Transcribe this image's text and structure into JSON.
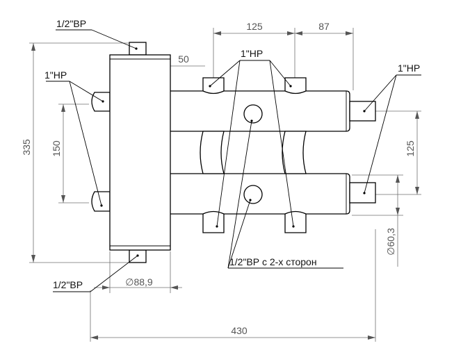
{
  "labels": {
    "top_half_inch": "1/2\"ВР",
    "bottom_half_inch": "1/2\"ВР",
    "left_one_inch": "1\"НР",
    "top_one_inch": "1\"НР",
    "right_one_inch": "1\"НР",
    "both_sides": "1/2\"ВР с 2-х сторон"
  },
  "dimensions": {
    "d125_top": "125",
    "d87": "87",
    "d50": "50",
    "d335": "335",
    "d150": "150",
    "d125_right": "125",
    "d60_3": "∅60,3",
    "d88_9": "∅88,9",
    "d430": "430"
  }
}
